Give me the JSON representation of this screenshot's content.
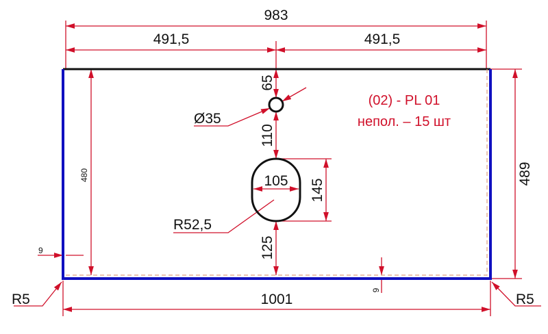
{
  "drawing": {
    "overall_width_top": "983",
    "half_left": "491,5",
    "half_right": "491,5",
    "overall_width_bottom": "1001",
    "height_right": "489",
    "height_inner_left": "480",
    "edge_offset_left": "9",
    "edge_offset_bottom": "9",
    "radius_left": "R5",
    "radius_right": "R5",
    "hole_offset_top": "65",
    "hole_to_slot": "110",
    "slot_to_bottom": "125",
    "hole_diameter": "Ø35",
    "slot_width": "105",
    "slot_height": "145",
    "slot_radius": "R52,5",
    "note_line1": "(02) - PL 01",
    "note_line2": "непол. – 15 шт",
    "colors": {
      "dimension": "#d0102a",
      "edge": "#1010c0",
      "outline": "#111111"
    }
  }
}
